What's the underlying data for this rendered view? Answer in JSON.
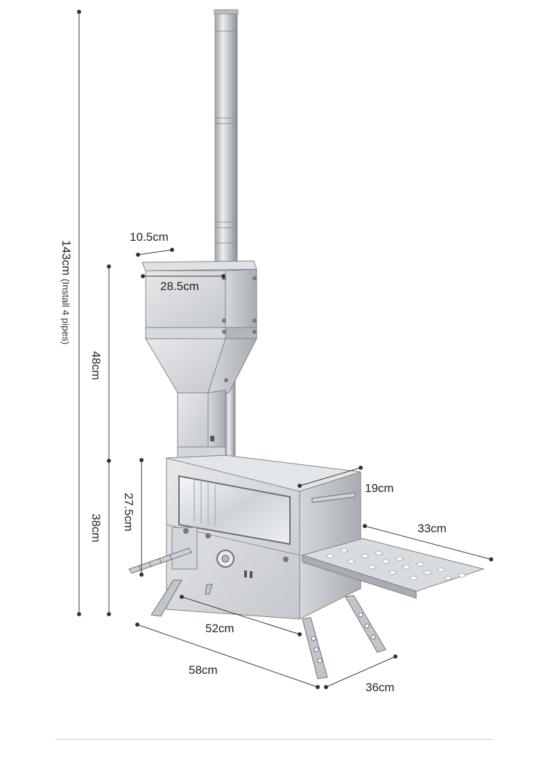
{
  "dimensions": {
    "total_height": "143cm",
    "total_height_note": "(Install 4 pipes)",
    "upper_height": "48cm",
    "lower_height": "38cm",
    "firebox_height": "27.5cm",
    "hopper_depth": "10.5cm",
    "hopper_width": "28.5cm",
    "body_depth": "19cm",
    "shelf_length": "33cm",
    "body_length": "52cm",
    "overall_length": "58cm",
    "overall_depth": "36cm"
  },
  "colors": {
    "steel_light": "#e4e6e8",
    "steel_mid": "#c9ccd0",
    "steel_dark": "#8e9298",
    "line": "#333333",
    "divider": "#c8c8c8"
  }
}
